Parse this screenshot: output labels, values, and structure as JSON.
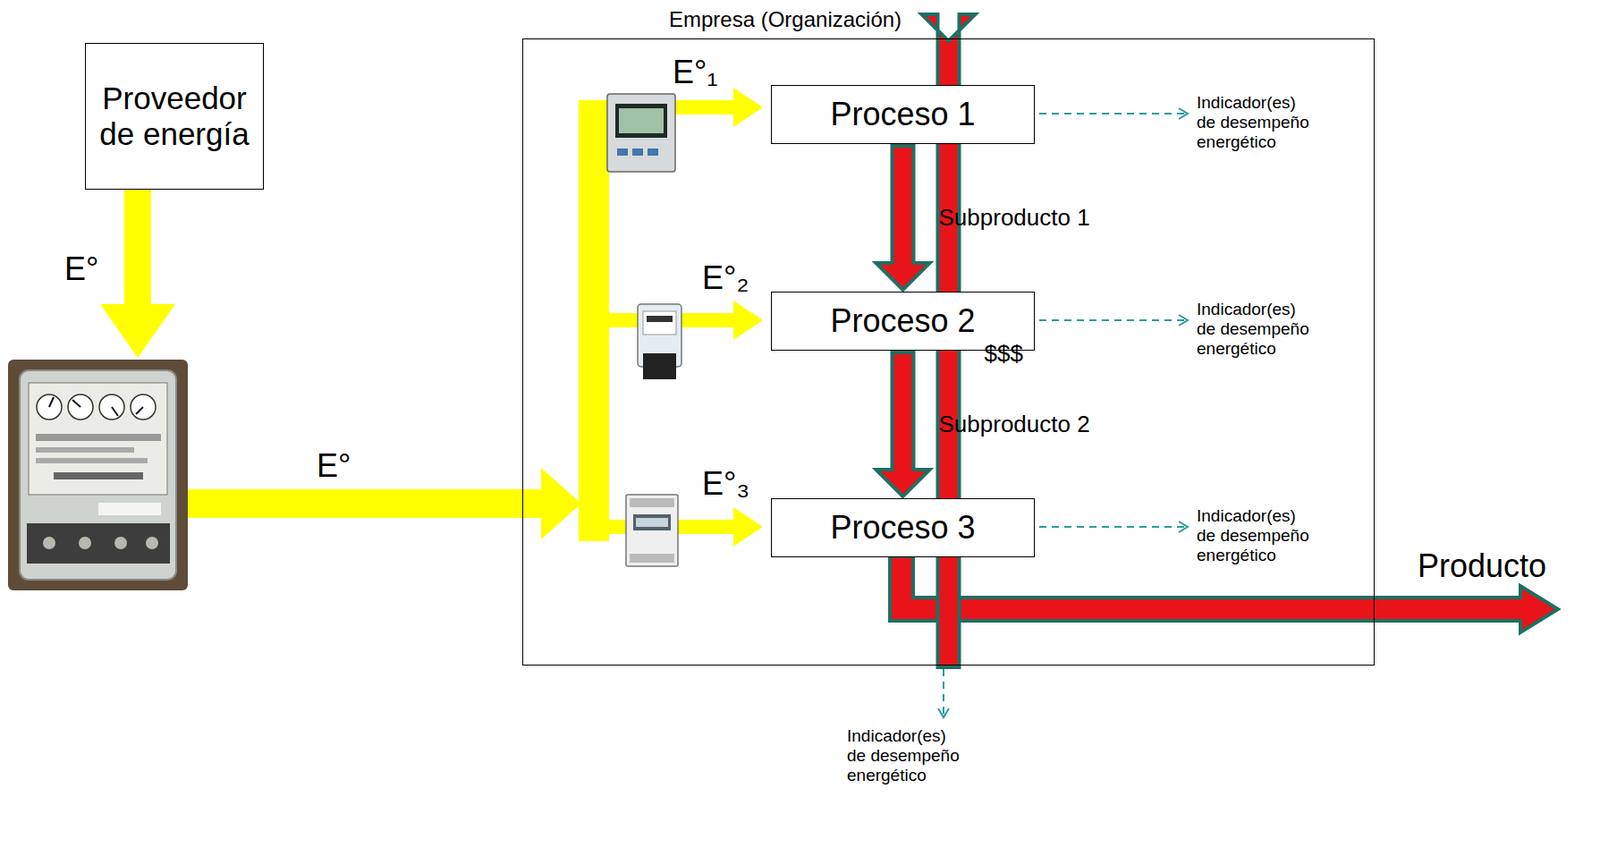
{
  "diagram": {
    "nodes": [
      {
        "text": [
          "Proveedor de energía"
        ]
      },
      {
        "text": [
          "Empresa (Organización)"
        ]
      },
      {
        "text": [
          "Proceso 1"
        ],
        "in": 1
      },
      {
        "text": [
          "Proceso 2"
        ],
        "in": 1
      },
      {
        "text": [
          "Proceso 3"
        ],
        "in": 1
      }
    ],
    "edges": [
      {
        "from": 1,
        "to": 0,
        "arrow": "to",
        "label": "$$$"
      },
      {
        "from": 2,
        "to": 3,
        "arrow": "to",
        "label": "Subproducto 1"
      },
      {
        "from": 3,
        "to": 4,
        "arrow": "to",
        "label": "Subproducto 2"
      }
    ],
    "labels": [
      "E°",
      "E°",
      "E°₁",
      "E°₂",
      "E°₃",
      "Indicador(es) de desempeño energético",
      "Indicador(es) de desempeño energético",
      "Indicador(es) de desempeño energético",
      "Indicador(es) de desempeño energético",
      "Producto"
    ]
  }
}
